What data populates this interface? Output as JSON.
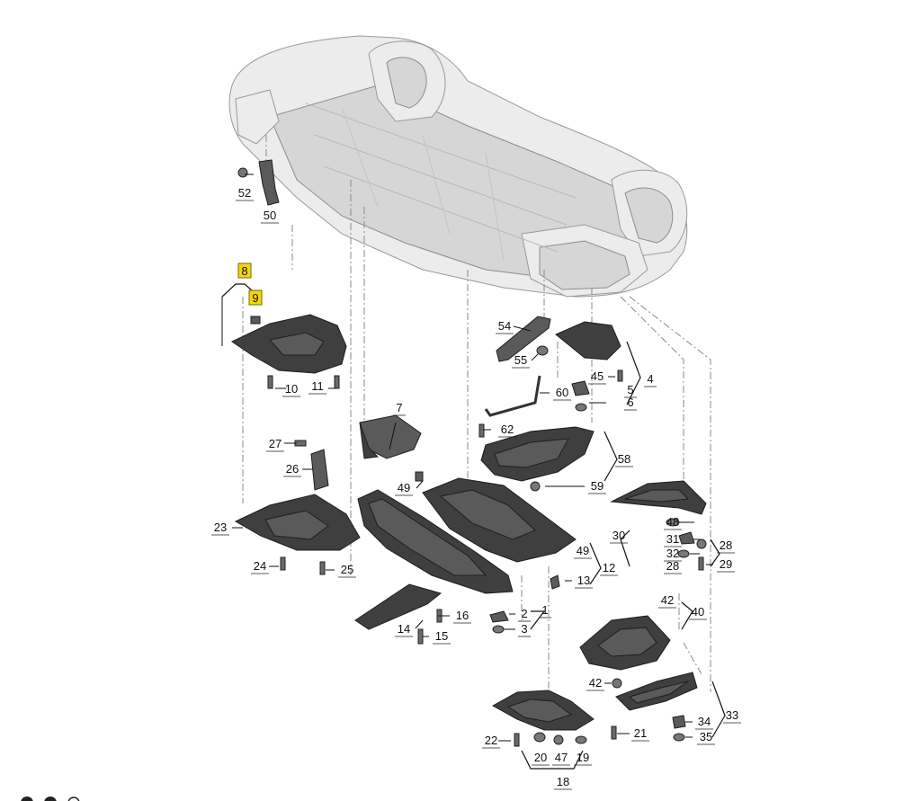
{
  "diagram": {
    "callouts": [
      {
        "id": "c1",
        "text": "1"
      },
      {
        "id": "c2",
        "text": "2"
      },
      {
        "id": "c3",
        "text": "3"
      },
      {
        "id": "c4",
        "text": "4"
      },
      {
        "id": "c5",
        "text": "5"
      },
      {
        "id": "c6",
        "text": "6"
      },
      {
        "id": "c7",
        "text": "7"
      },
      {
        "id": "c8",
        "text": "8"
      },
      {
        "id": "c9",
        "text": "9"
      },
      {
        "id": "c10",
        "text": "10"
      },
      {
        "id": "c11",
        "text": "11"
      },
      {
        "id": "c12",
        "text": "12"
      },
      {
        "id": "c13",
        "text": "13"
      },
      {
        "id": "c14",
        "text": "14"
      },
      {
        "id": "c15",
        "text": "15"
      },
      {
        "id": "c16",
        "text": "16"
      },
      {
        "id": "c18",
        "text": "18"
      },
      {
        "id": "c19",
        "text": "19"
      },
      {
        "id": "c20",
        "text": "20"
      },
      {
        "id": "c21",
        "text": "21"
      },
      {
        "id": "c22",
        "text": "22"
      },
      {
        "id": "c23",
        "text": "23"
      },
      {
        "id": "c24",
        "text": "24"
      },
      {
        "id": "c25",
        "text": "25"
      },
      {
        "id": "c26",
        "text": "26"
      },
      {
        "id": "c27",
        "text": "27"
      },
      {
        "id": "c28a",
        "text": "28"
      },
      {
        "id": "c28b",
        "text": "28"
      },
      {
        "id": "c29",
        "text": "29"
      },
      {
        "id": "c30",
        "text": "30"
      },
      {
        "id": "c31",
        "text": "31"
      },
      {
        "id": "c32",
        "text": "32"
      },
      {
        "id": "c33",
        "text": "33"
      },
      {
        "id": "c34",
        "text": "34"
      },
      {
        "id": "c35",
        "text": "35"
      },
      {
        "id": "c40",
        "text": "40"
      },
      {
        "id": "c42a",
        "text": "42"
      },
      {
        "id": "c42b",
        "text": "42"
      },
      {
        "id": "c45",
        "text": "45"
      },
      {
        "id": "c47",
        "text": "47"
      },
      {
        "id": "c48",
        "text": "48"
      },
      {
        "id": "c49a",
        "text": "49"
      },
      {
        "id": "c49b",
        "text": "49"
      },
      {
        "id": "c50",
        "text": "50"
      },
      {
        "id": "c52",
        "text": "52"
      },
      {
        "id": "c54",
        "text": "54"
      },
      {
        "id": "c55",
        "text": "55"
      },
      {
        "id": "c58",
        "text": "58"
      },
      {
        "id": "c59",
        "text": "59"
      },
      {
        "id": "c60",
        "text": "60"
      },
      {
        "id": "c62",
        "text": "62"
      }
    ],
    "highlighted": [
      "8",
      "9"
    ]
  }
}
